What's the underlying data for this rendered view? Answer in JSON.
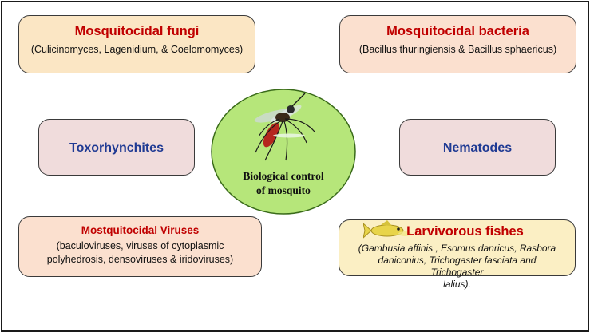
{
  "diagram": {
    "center": {
      "line1": "Biological control",
      "line2": "of mosquito",
      "fill": "#b6e67a",
      "icon": "mosquito-icon"
    },
    "boxes": {
      "fungi": {
        "title": "Mosquitocidal fungi",
        "subtitle": "(Culicinomyces, Lagenidium, & Coelomomyces)"
      },
      "bacteria": {
        "title": "Mosquitocidal bacteria",
        "subtitle": "(Bacillus thuringiensis  & Bacillus sphaericus)"
      },
      "toxorhynchites": {
        "title": "Toxorhynchites"
      },
      "nematodes": {
        "title": "Nematodes"
      },
      "viruses": {
        "title": "Mostquitocidal Viruses",
        "line1": "(baculoviruses, viruses of cytoplasmic",
        "line2": "polyhedrosis, densoviruses & iridoviruses)"
      },
      "fishes": {
        "title": "Larvivorous fishes",
        "line1": "(Gambusia affinis , Esomus danricus, Rasbora",
        "line2": "daniconius, Trichogaster fasciata and Trichogaster",
        "line3": "lalius).",
        "icon": "fish-icon"
      }
    },
    "colors": {
      "title_red": "#c00000",
      "title_blue": "#1f3a93"
    }
  }
}
